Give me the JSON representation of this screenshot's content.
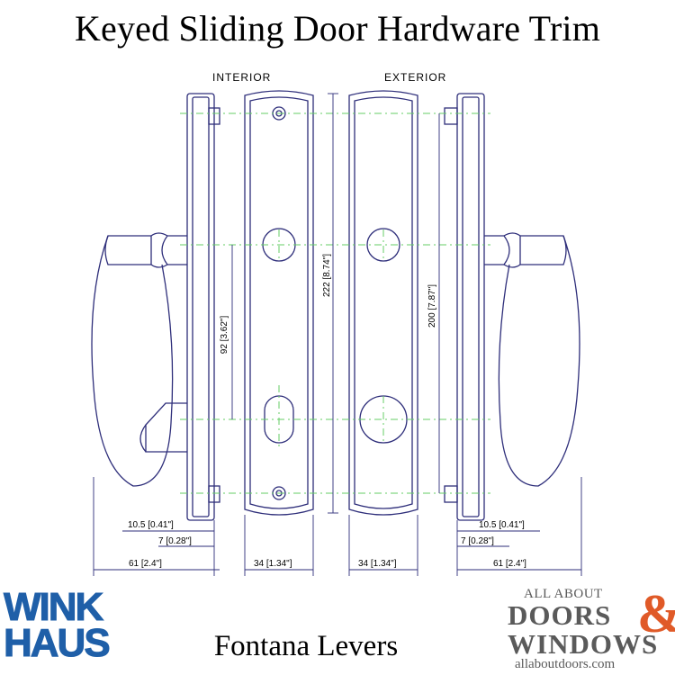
{
  "title": "Keyed Sliding Door Hardware Trim",
  "labels": {
    "interior": "INTERIOR",
    "exterior": "EXTERIOR"
  },
  "dimensions": {
    "d92": "92 [3.62\"]",
    "d222": "222 [8.74\"]",
    "d200": "200 [7.87\"]",
    "d105_left": "10.5 [0.41\"]",
    "d7_left": "7 [0.28\"]",
    "d61_left": "61 [2.4\"]",
    "d34_left": "34 [1.34\"]",
    "d34_right": "34 [1.34\"]",
    "d105_right": "10.5 [0.41\"]",
    "d7_right": "7 [0.28\"]",
    "d61_right": "61 [2.4\"]"
  },
  "subtitle": "Fontana Levers",
  "logo_left": {
    "line1": "WINK",
    "line2": "HAUS",
    "color": "#1f5fa8"
  },
  "logo_right": {
    "line1": "ALL ABOUT",
    "line2": "DOORS",
    "ampersand": "&",
    "line3": "WINDOWS",
    "url": "allaboutdoors.com",
    "text_color": "#5a5a5a",
    "accent_color": "#e05a28"
  },
  "colors": {
    "line": "#2e2e7a",
    "centerline": "#66cc66"
  }
}
